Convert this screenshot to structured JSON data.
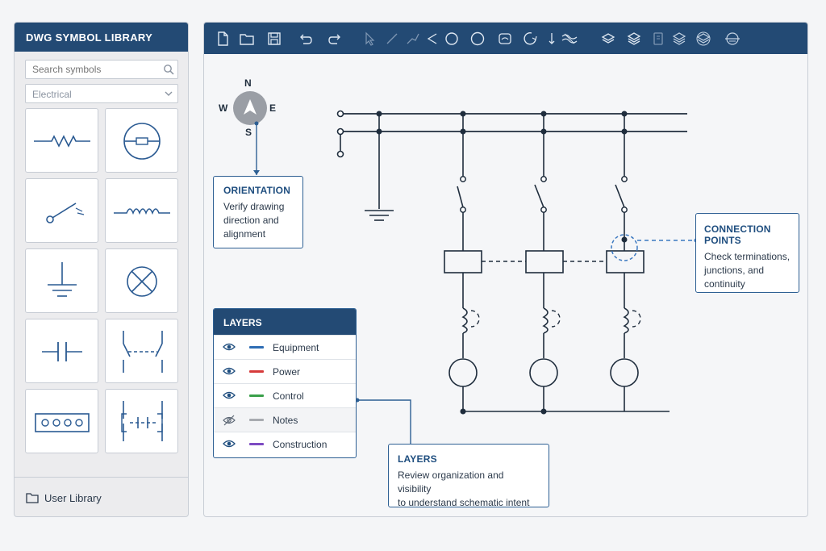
{
  "library": {
    "title": "DWG SYMBOL LIBRARY",
    "search_placeholder": "Search symbols",
    "category": "Electrical",
    "user_library": "User Library",
    "symbols": [
      {
        "icon": "resistor-icon"
      },
      {
        "icon": "circuit-breaker-icon"
      },
      {
        "icon": "switch-icon"
      },
      {
        "icon": "inductor-icon"
      },
      {
        "icon": "ground-icon"
      },
      {
        "icon": "lamp-icon"
      },
      {
        "icon": "capacitor-icon"
      },
      {
        "icon": "contactor-icon"
      },
      {
        "icon": "terminal-block-icon"
      },
      {
        "icon": "relay-contacts-icon"
      }
    ]
  },
  "toolbar": {
    "tools": [
      "new-file-icon",
      "open-folder-icon",
      "save-icon",
      "undo-icon",
      "redo-icon",
      "select-icon",
      "line-icon",
      "polyline-icon",
      "angle-icon",
      "circle-icon",
      "circle-alt-icon",
      "rectangle-icon",
      "arc-icon",
      "move-icon",
      "hatch-icon",
      "layer-stack-icon",
      "layer-stack-alt-icon",
      "properties-icon",
      "layer-manager-icon",
      "layer-off-icon",
      "layer-lock-icon"
    ]
  },
  "compass": {
    "n": "N",
    "e": "E",
    "s": "S",
    "w": "W"
  },
  "orientation": {
    "title": "ORIENTATION",
    "body": [
      "Verify drawing",
      "direction and",
      "alignment"
    ]
  },
  "connection_points": {
    "title": "CONNECTION POINTS",
    "body": [
      "Check terminations,",
      "junctions, and",
      "continuity"
    ]
  },
  "layers_panel": {
    "title": "LAYERS",
    "items": [
      {
        "name": "Equipment",
        "color": "#2e6db4",
        "visible": true
      },
      {
        "name": "Power",
        "color": "#d63b3b",
        "visible": true
      },
      {
        "name": "Control",
        "color": "#3aa04a",
        "visible": true
      },
      {
        "name": "Notes",
        "color": "#a8abb0",
        "visible": false
      },
      {
        "name": "Construction",
        "color": "#7d4bc2",
        "visible": true
      }
    ]
  },
  "layers_note": {
    "title": "LAYERS",
    "body": [
      "Review organization and visibility",
      "to understand schematic intent"
    ]
  },
  "colors": {
    "accent": "#234a74",
    "callout_border": "#2d5f93",
    "line": "#1f2d3d"
  }
}
